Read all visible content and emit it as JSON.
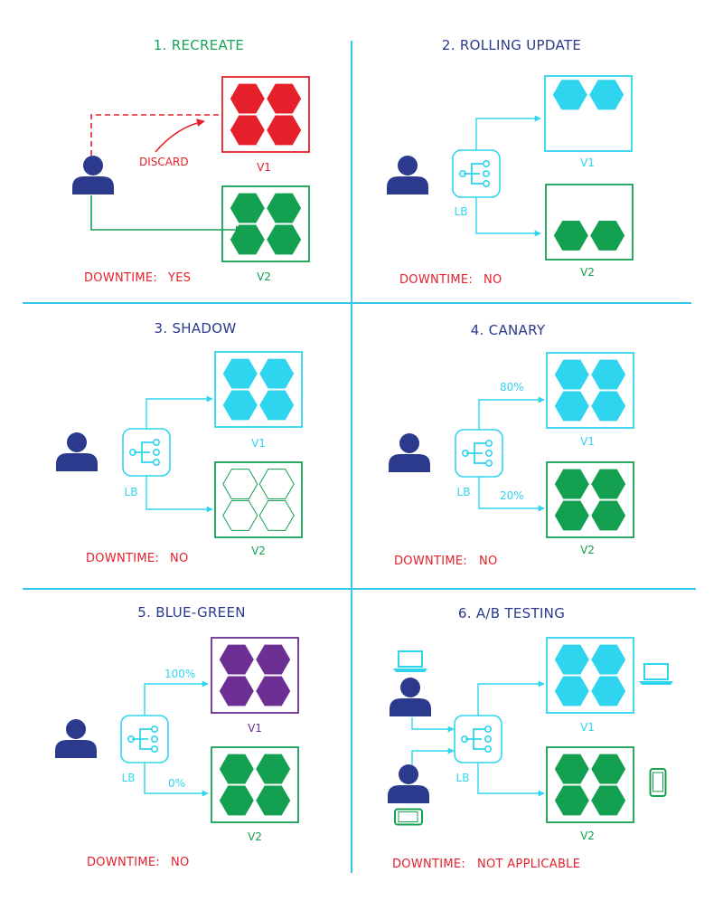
{
  "colors": {
    "navy": "#2b3a8c",
    "red": "#e5202b",
    "green": "#13a050",
    "cyan": "#2fd5ee",
    "purple": "#6c2f93",
    "divider": "#35c8e6",
    "heading_green": "#19a65b"
  },
  "icons": [
    "user-icon",
    "load-balancer-icon",
    "laptop-icon",
    "phone-icon",
    "hexagon-server-icon"
  ],
  "panels": [
    {
      "title": "1. RECREATE",
      "downtime_label": "DOWNTIME:",
      "downtime_value": "YES",
      "discard_label": "DISCARD",
      "v1_label": "V1",
      "v2_label": "V2"
    },
    {
      "title": "2. ROLLING UPDATE",
      "downtime_label": "DOWNTIME:",
      "downtime_value": "NO",
      "lb_label": "LB",
      "v1_label": "V1",
      "v2_label": "V2"
    },
    {
      "title": "3. SHADOW",
      "downtime_label": "DOWNTIME:",
      "downtime_value": "NO",
      "lb_label": "LB",
      "v1_label": "V1",
      "v2_label": "V2"
    },
    {
      "title": "4. CANARY",
      "downtime_label": "DOWNTIME:",
      "downtime_value": "NO",
      "lb_label": "LB",
      "v1_label": "V1",
      "v2_label": "V2",
      "v1_traffic": "80%",
      "v2_traffic": "20%"
    },
    {
      "title": "5. BLUE-GREEN",
      "downtime_label": "DOWNTIME:",
      "downtime_value": "NO",
      "lb_label": "LB",
      "v1_label": "V1",
      "v2_label": "V2",
      "v1_traffic": "100%",
      "v2_traffic": "0%"
    },
    {
      "title": "6. A/B TESTING",
      "downtime_label": "DOWNTIME:",
      "downtime_value": "NOT APPLICABLE",
      "lb_label": "LB",
      "v1_label": "V1",
      "v2_label": "V2"
    }
  ]
}
